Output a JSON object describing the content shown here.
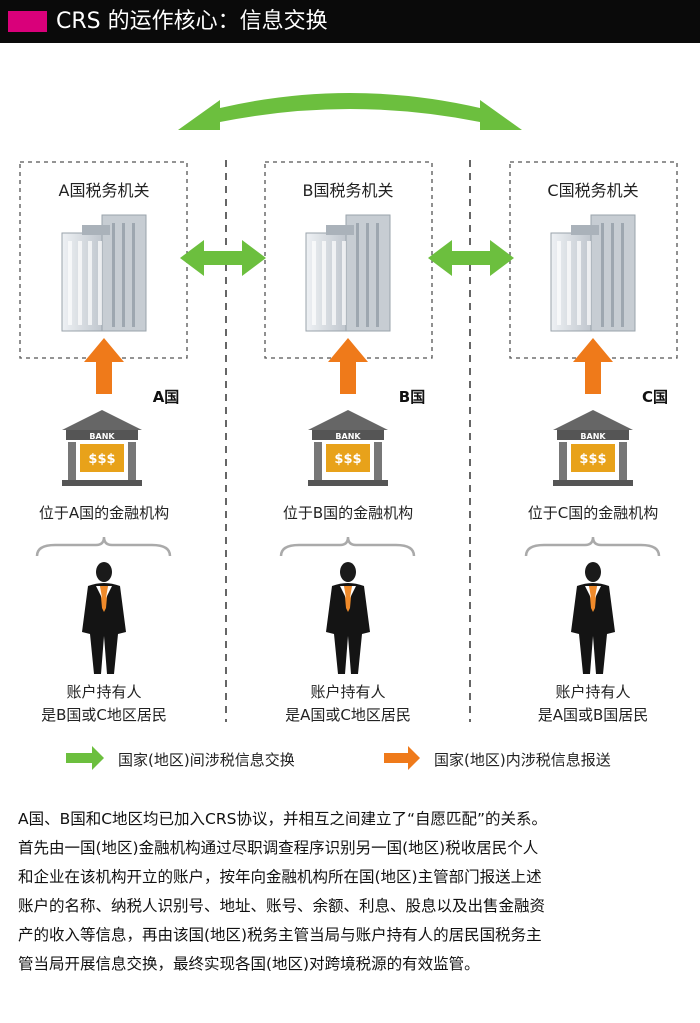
{
  "header": {
    "title": "CRS 的运作核心：信息交换"
  },
  "countries": [
    {
      "authority": "A国税务机关",
      "country_label": "A国",
      "institution": "位于A国的金融机构",
      "holder_line1": "账户持有人",
      "holder_line2": "是B国或C地区居民"
    },
    {
      "authority": "B国税务机关",
      "country_label": "B国",
      "institution": "位于B国的金融机构",
      "holder_line1": "账户持有人",
      "holder_line2": "是A国或C地区居民"
    },
    {
      "authority": "C国税务机关",
      "country_label": "C国",
      "institution": "位于C国的金融机构",
      "holder_line1": "账户持有人",
      "holder_line2": "是A国或B国居民"
    }
  ],
  "bank": {
    "sign": "BANK",
    "money": "$$$"
  },
  "legend": {
    "exchange": "国家(地区)间涉税信息交换",
    "report": "国家(地区)内涉税信息报送"
  },
  "colors": {
    "exchange": "#6cbf3e",
    "report": "#ef7a1a",
    "header_bg": "#0a0a0a",
    "header_accent": "#d9007a"
  },
  "description": [
    "A国、B国和C地区均已加入CRS协议，并相互之间建立了“自愿匹配”的关系。",
    "首先由一国(地区)金融机构通过尽职调查程序识别另一国(地区)税收居民个人",
    "和企业在该机构开立的账户，按年向金融机构所在国(地区)主管部门报送上述",
    "账户的名称、纳税人识别号、地址、账号、余额、利息、股息以及出售金融资",
    "产的收入等信息，再由该国(地区)税务主管当局与账户持有人的居民国税务主",
    "管当局开展信息交换，最终实现各国(地区)对跨境税源的有效监管。"
  ]
}
